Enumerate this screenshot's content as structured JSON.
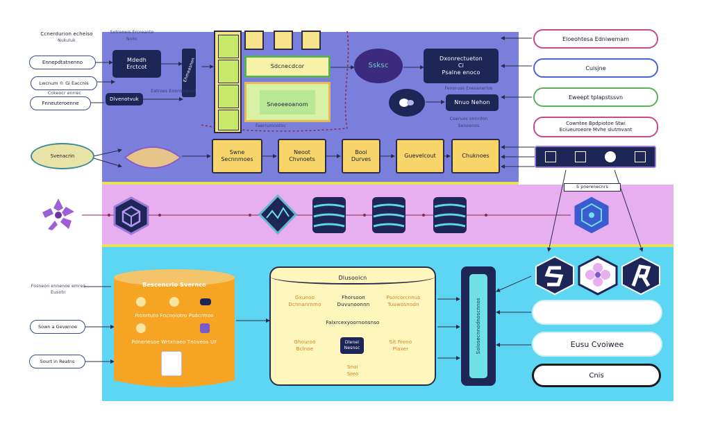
{
  "left_labels": {
    "top_title": "Ccnerdurion echeiso",
    "top_sub": "Nukuluk",
    "pill1": "Ennepdtatnenno",
    "pill2": "Lwcnum © Gi Eaccnis",
    "pill2_sub": "Cokeocr enrrec",
    "pill3": "Fnneuteroenne",
    "oval": "Svenacrin",
    "bot_note1": "Fosneon ennenoe emreo",
    "bot_note2": "Eusotn",
    "bot_pill1": "Sown a Gevwnoe",
    "bot_pill2": "Sourt in Reatns"
  },
  "top_band": {
    "top_caption1": "Sotreneis Ercreanto",
    "top_caption2": "Nohc",
    "navy_box": {
      "line1": "Mdedh",
      "line2": "Erctcot"
    },
    "side_label": "Ehmeasnon",
    "small_box": "Dlvenotvuk",
    "below_small": "Eatroes Enonsedurol",
    "yellow_strip": "Sdcnecdcor",
    "green_box": "Sneoeeoanom",
    "bottom_caption": "Faerrumnotnc",
    "teal_label": "Ssksc",
    "navy_right": {
      "line1": "Dxonrectueton",
      "line2": "Ci",
      "line3": "Psalne enoco"
    },
    "navy_right_caption": "Fenoruss Exesanerlos",
    "navy_right_small": "Nnuo Nehon",
    "under_caption1": "Ceeruos onnrdon",
    "under_caption2": "Senoenos",
    "yellow_boxes": [
      {
        "line1": "Swne",
        "line2": "Secnnmoes"
      },
      {
        "line1": "Neoot",
        "line2": "Chvnoets"
      },
      {
        "line1": "Booi",
        "line2": "Durves"
      },
      {
        "line1": "Guevelcout",
        "line2": ""
      },
      {
        "line1": "Chuknoes",
        "line2": ""
      }
    ]
  },
  "right_pills": [
    "Eloeohtesa Edniwemam",
    "Cuisjne",
    "Eweept tplapstssvn",
    "Cowntee Bpdpiotoe Stwi",
    "Eciueuroeore Mvhe slutmvant"
  ],
  "icon_strip_label": "S pnerenecnrs",
  "bottom_band": {
    "cylinder_title": "Bescencrio Svernco",
    "cylinder_row1": "Fronrtuto Fncnoiotro Psdcrmoo",
    "cylinder_row2": "Pdnenesoe Wrtxnaeo Tnoveos UF",
    "scroll_title": "Dlusooicn",
    "scroll_left": {
      "line1": "Gxunoo",
      "line2": "Dcnnanrnmo"
    },
    "scroll_center": {
      "line1": "Fhorsoon",
      "line2": "Duvunoonnn"
    },
    "scroll_right": {
      "line1": "Psorcorcnnus",
      "line2": "Tuuwosnodn"
    },
    "scroll_mid": "Falxrcexyoornonsnso",
    "scroll_l2": {
      "line1": "Ghouroo",
      "line2": "Bclnoe"
    },
    "scroll_badge": {
      "line1": "Dlenei",
      "line2": "Nesnsc"
    },
    "scroll_r2": {
      "line1": "Sit Frono",
      "line2": "Plaxer"
    },
    "scroll_bottom": {
      "line1": "Snoi",
      "line2": "Sreo"
    },
    "vertical_text": "Solosecnnodnoscnnos",
    "right_pill_empty": "",
    "right_pill_mid": "Eusu Cvoiwee",
    "right_pill_bottom": "Cnis"
  },
  "colors": {
    "top_band": "#7b7fdc",
    "mid_band": "#e7aef0",
    "bottom_band": "#5cd6f2",
    "accent_yellow": "#f8d56a",
    "navy": "#1e2557",
    "orange": "#f6a423"
  },
  "icons": {
    "flower_left": "purple-flower-icon",
    "hex_cube": "hex-cube-icon",
    "diamond": "diamond-network-icon",
    "servers": "server-stack-icon",
    "hex_right": "hex-network-icon",
    "hex_s": "hex-s-icon",
    "hex_flower": "hex-flower-icon",
    "hex_r": "hex-r-icon"
  }
}
